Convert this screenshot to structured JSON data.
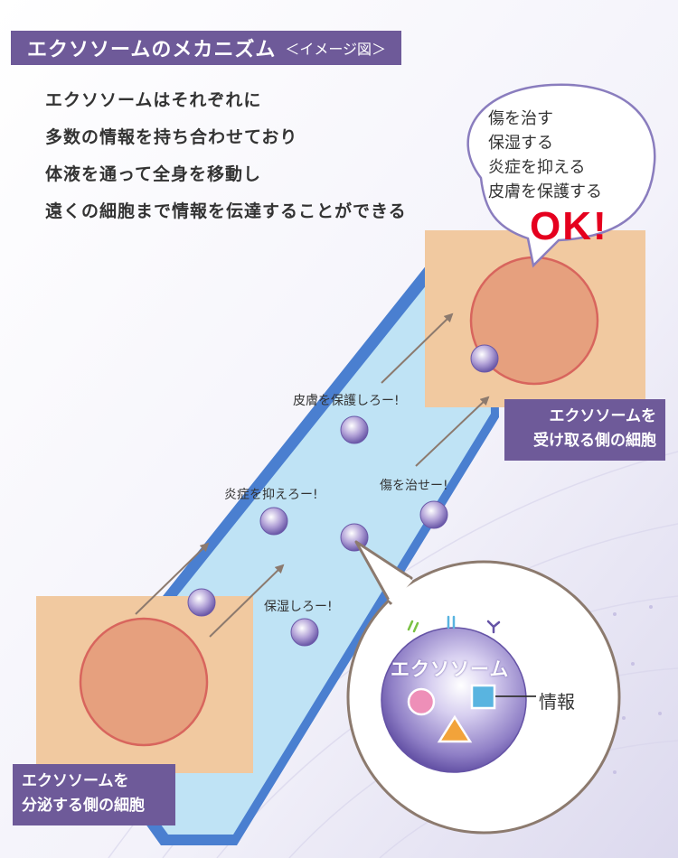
{
  "header": {
    "title": "エクソソームのメカニズム",
    "subtitle": "＜イメージ図＞"
  },
  "intro_lines": [
    "エクソソームはそれぞれに",
    "多数の情報を持ち合わせており",
    "体液を通って全身を移動し",
    "遠くの細胞まで情報を伝達することができる"
  ],
  "bubble": {
    "lines": [
      "傷を治す",
      "保湿する",
      "炎症を抑える",
      "皮膚を保護する"
    ],
    "ok": "OK!"
  },
  "sender_cell": {
    "label_line1": "エクソソームを",
    "label_line2": "分泌する側の細胞"
  },
  "receiver_cell": {
    "label_line1": "エクソソームを",
    "label_line2": "受け取る側の細胞"
  },
  "messages": {
    "skin": "皮膚を保護しろー!",
    "inflammation": "炎症を抑えろー!",
    "heal": "傷を治せー!",
    "moisture": "保湿しろー!"
  },
  "zoom": {
    "exosome_label": "エクソソーム",
    "info_label": "情報"
  },
  "colors": {
    "accent_purple": "#6e5a99",
    "cell_fill": "#e6a07e",
    "tissue_fill": "#f1c9a0",
    "vessel_fill": "#bfe3f5",
    "vessel_border": "#4a7fd0",
    "ok_red": "#e5001e"
  }
}
